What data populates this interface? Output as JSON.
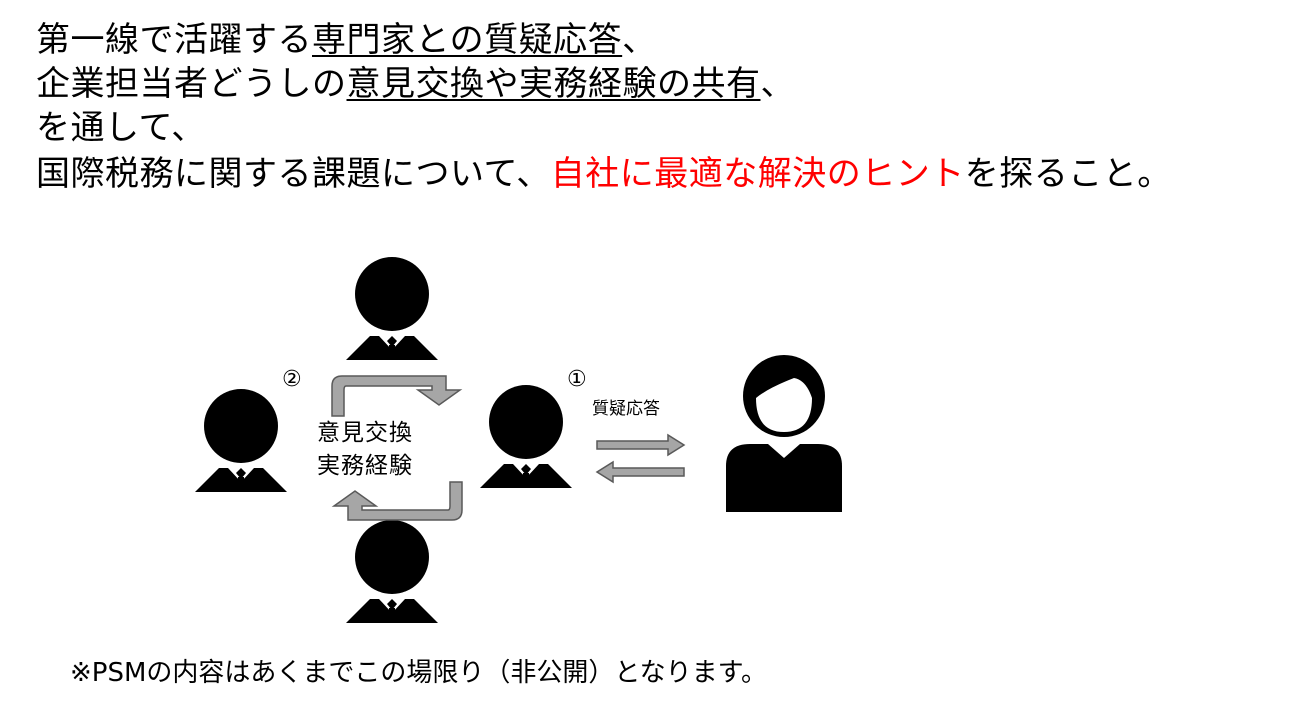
{
  "headline": {
    "line1": {
      "plain": "第一線で活躍する",
      "underlined": "専門家との質疑応答",
      "tail": "、"
    },
    "line2": {
      "plain": "企業担当者どうしの",
      "underlined": "意見交換や実務経験の共有",
      "tail": "、"
    },
    "line3": "を通して、",
    "line4": {
      "prefix": "国際税務に関する課題について、",
      "emphasis": "自社に最適な解決のヒント",
      "suffix": "を探ること。"
    },
    "emphasis_color": "#ff0000"
  },
  "diagram": {
    "marker_1": "①",
    "marker_2": "②",
    "exchange_label_1": "意見交換",
    "exchange_label_2": "実務経験",
    "qa_label": "質疑応答",
    "icons": [
      "businessman-icon",
      "person-icon",
      "circular-arrow-icon",
      "double-arrow-icon"
    ]
  },
  "footnote": "※PSMの内容はあくまでこの場限り（非公開）となります。"
}
